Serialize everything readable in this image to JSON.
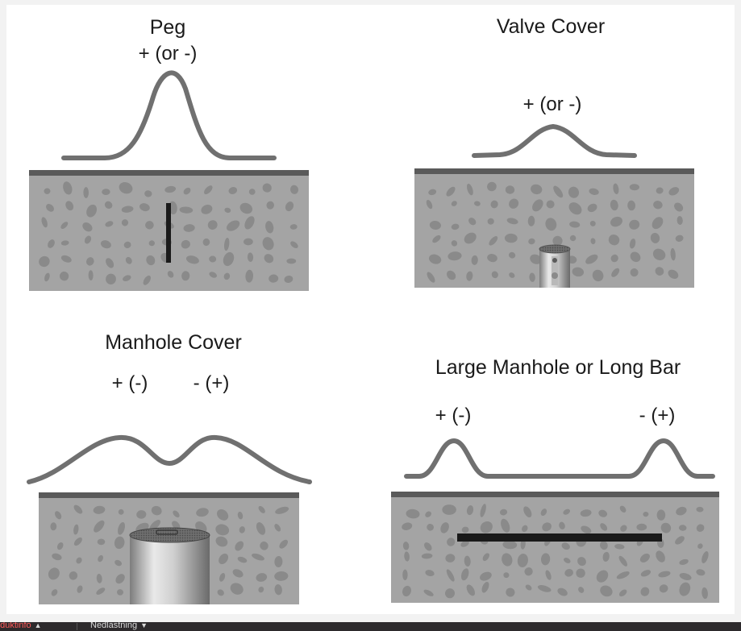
{
  "panels": {
    "peg": {
      "title": "Peg",
      "signal": "+ (or -)"
    },
    "valve_cover": {
      "title": "Valve Cover",
      "signal": "+ (or -)"
    },
    "manhole_cover": {
      "title": "Manhole Cover",
      "signal_left": "+ (-)",
      "signal_right": "- (+)"
    },
    "large_manhole": {
      "title": "Large Manhole or Long Bar",
      "signal_left": "+ (-)",
      "signal_right": "- (+)"
    }
  },
  "footer": {
    "item_1": "oduktinfo",
    "item_2": "Nedlastning"
  },
  "colors": {
    "soil": "#a4a4a4",
    "stone": "#8a8a8a",
    "surface_line": "#5a5a5a",
    "signal_curve": "#707070",
    "buried_bar": "#1a1a1a"
  }
}
